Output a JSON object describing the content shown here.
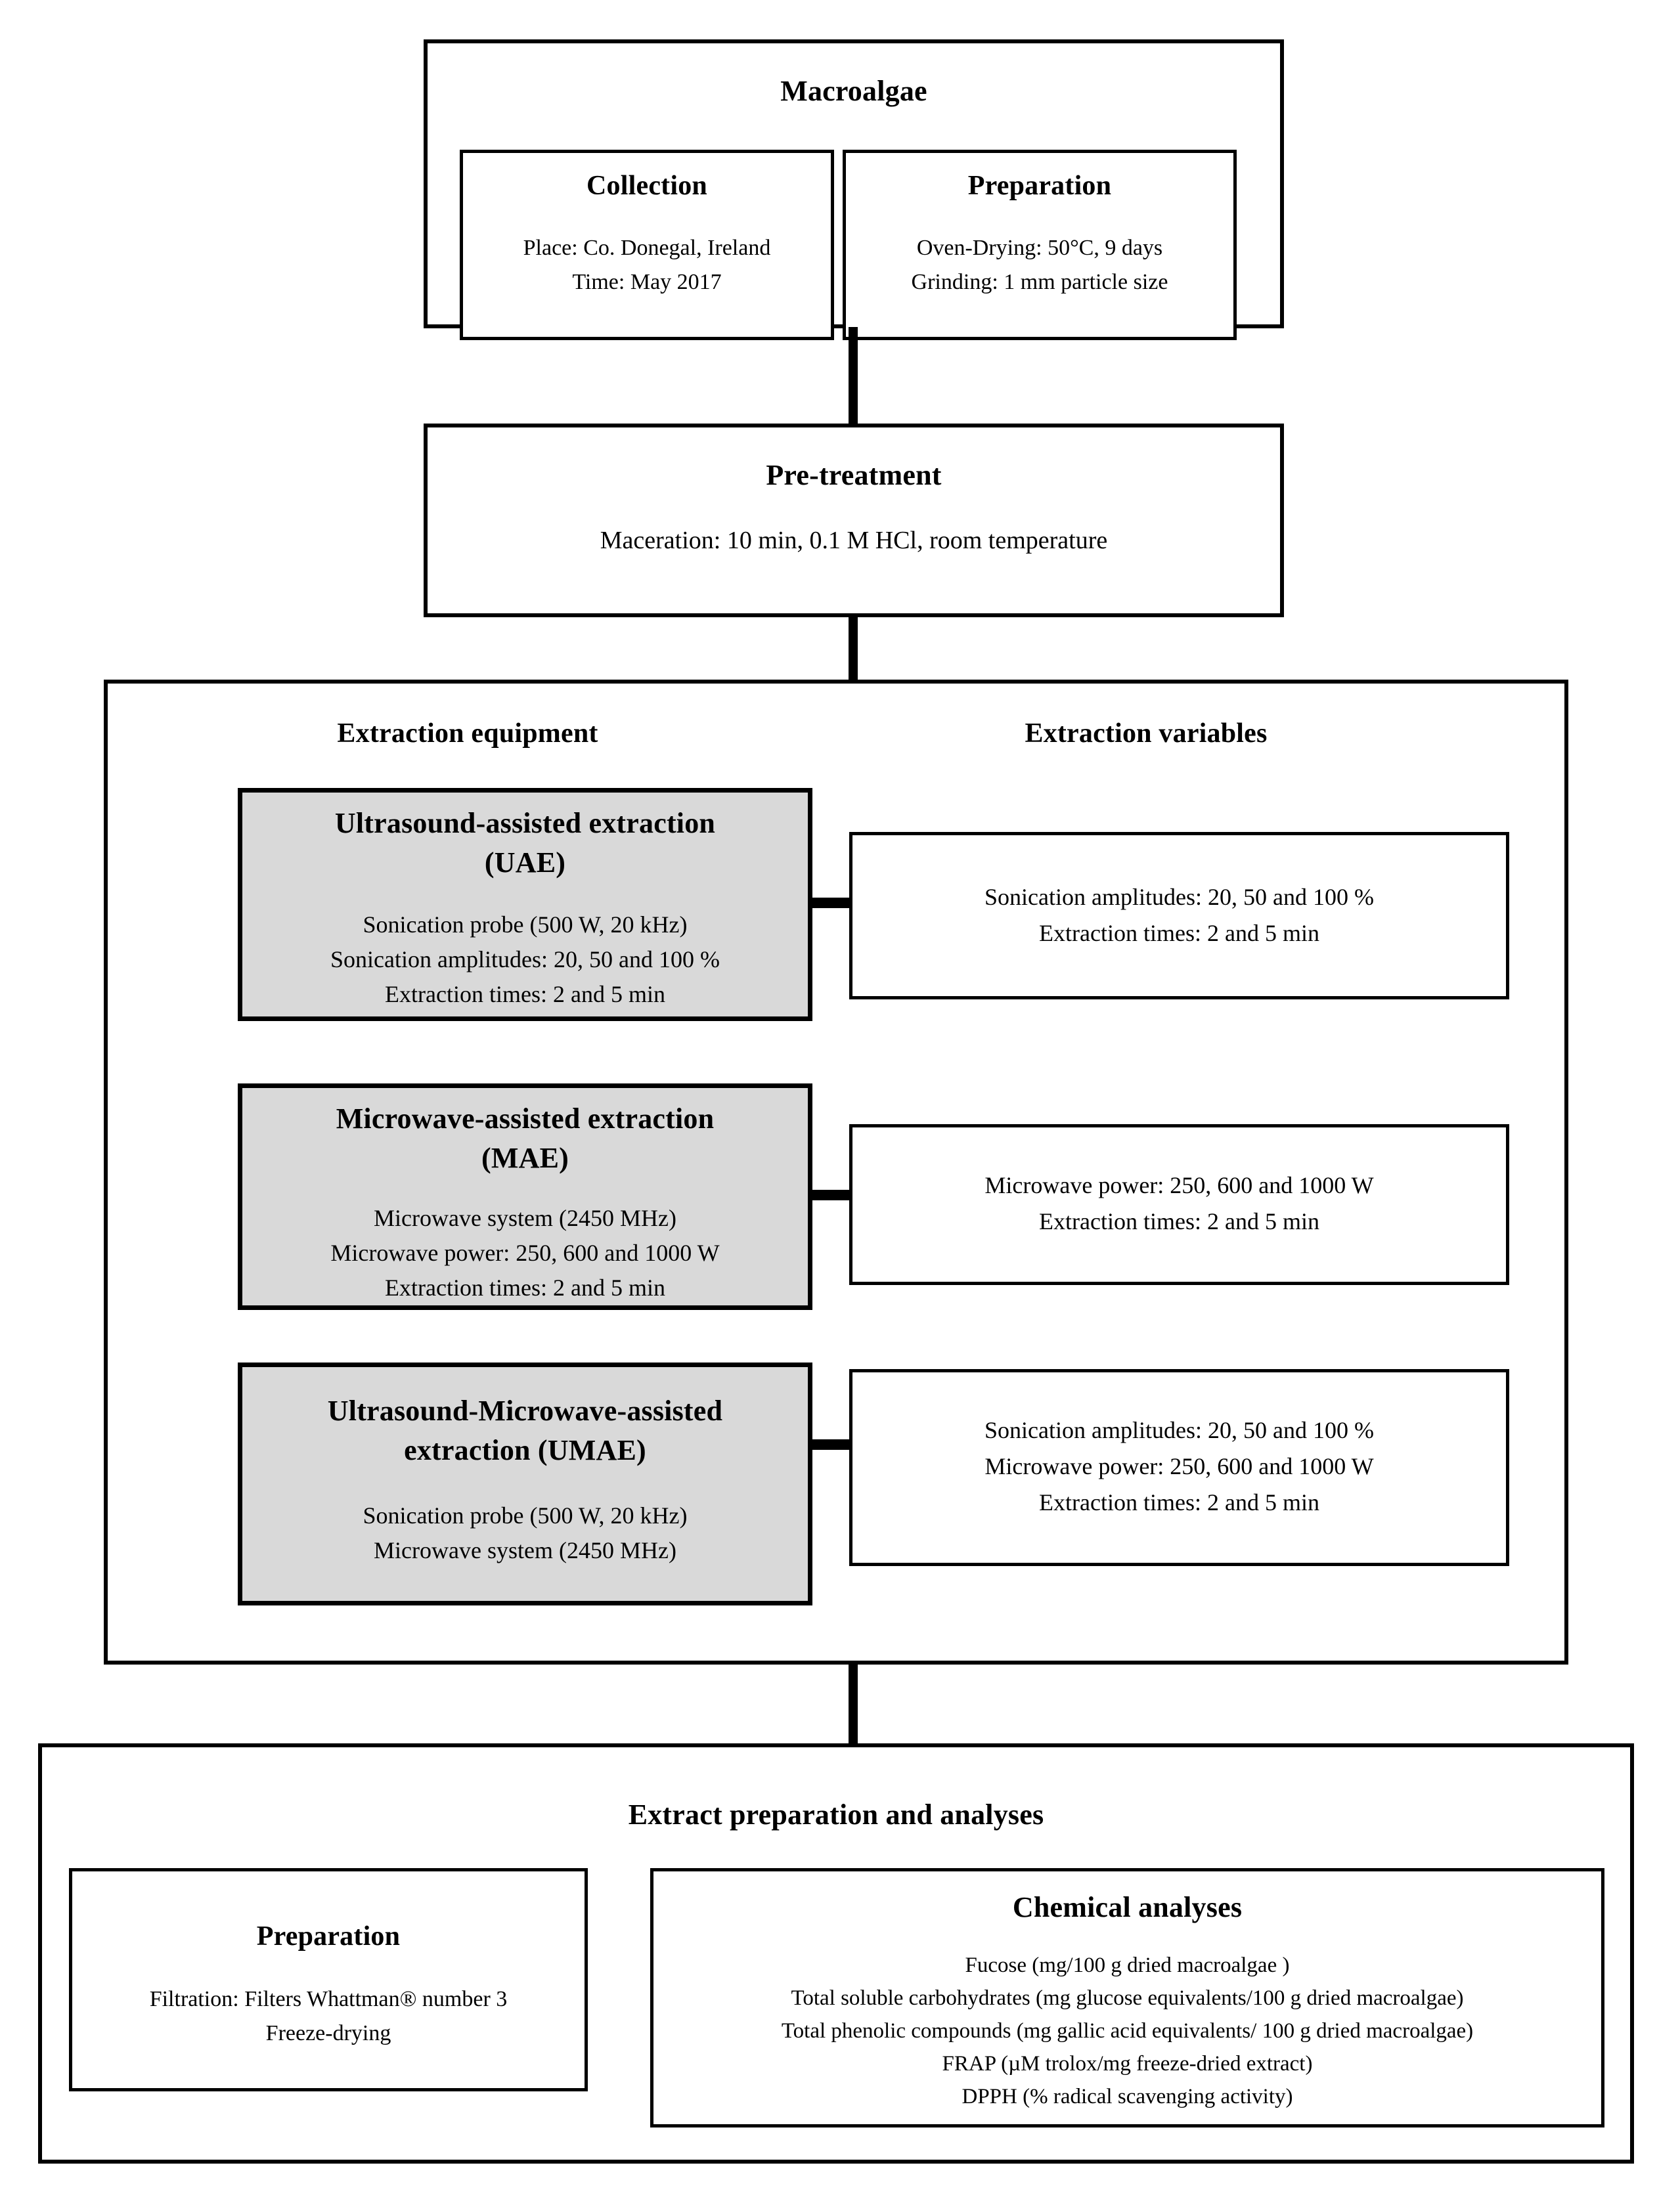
{
  "figure": {
    "type": "flowchart",
    "orientation": "vertical"
  },
  "macroalgae": {
    "title": "Macroalgae",
    "collection": {
      "title": "Collection",
      "lines": [
        "Place: Co. Donegal, Ireland",
        "Time: May 2017"
      ]
    },
    "preparation": {
      "title": "Preparation",
      "lines": [
        "Oven-Drying: 50°C, 9 days",
        "Grinding: 1 mm particle size"
      ]
    }
  },
  "pretreatment": {
    "title": "Pre-treatment",
    "lines": [
      "Maceration: 10 min, 0.1 M HCl, room temperature"
    ]
  },
  "extraction": {
    "column_headers": {
      "equipment": "Extraction equipment",
      "variables": "Extraction variables"
    },
    "methods": [
      {
        "title_line1": "Ultrasound-assisted extraction",
        "title_line2": "(UAE)",
        "equipment_lines": [
          "Sonication probe (500 W, 20 kHz)",
          "Sonication amplitudes: 20, 50 and 100  %",
          "Extraction times: 2 and 5 min"
        ],
        "variable_lines": [
          "Sonication amplitudes: 20, 50 and 100  %",
          "Extraction times: 2 and 5 min"
        ]
      },
      {
        "title_line1": "Microwave-assisted extraction",
        "title_line2": "(MAE)",
        "equipment_lines": [
          "Microwave system (2450 MHz)",
          "Microwave power: 250, 600 and 1000 W",
          "Extraction times: 2 and 5 min"
        ],
        "variable_lines": [
          "Microwave power: 250, 600 and 1000 W",
          "Extraction times: 2 and 5 min"
        ]
      },
      {
        "title_line1": "Ultrasound-Microwave-assisted",
        "title_line2": "extraction (UMAE)",
        "equipment_lines": [
          "Sonication probe (500 W, 20 kHz)",
          "Microwave system (2450 MHz)"
        ],
        "variable_lines": [
          "Sonication amplitudes: 20, 50 and 100  %",
          "Microwave power: 250, 600 and 1000 W",
          "Extraction times: 2 and 5 min"
        ]
      }
    ]
  },
  "extract_analyses": {
    "title": "Extract preparation and analyses",
    "preparation": {
      "title": "Preparation",
      "lines": [
        "Filtration:  Filters Whattman® number 3",
        "Freeze-drying"
      ]
    },
    "chemical": {
      "title": "Chemical analyses",
      "lines": [
        "Fucose (mg/100 g dried macroalgae )",
        "Total soluble carbohydrates (mg glucose equivalents/100 g dried macroalgae)",
        "Total phenolic compounds (mg gallic  acid equivalents/ 100 g dried macroalgae)",
        "FRAP (µM trolox/mg freeze-dried extract)",
        "DPPH (% radical scavenging activity)"
      ]
    }
  },
  "colors": {
    "stroke": "#000000",
    "gray_fill": "#d9d9d9",
    "background": "#ffffff"
  }
}
